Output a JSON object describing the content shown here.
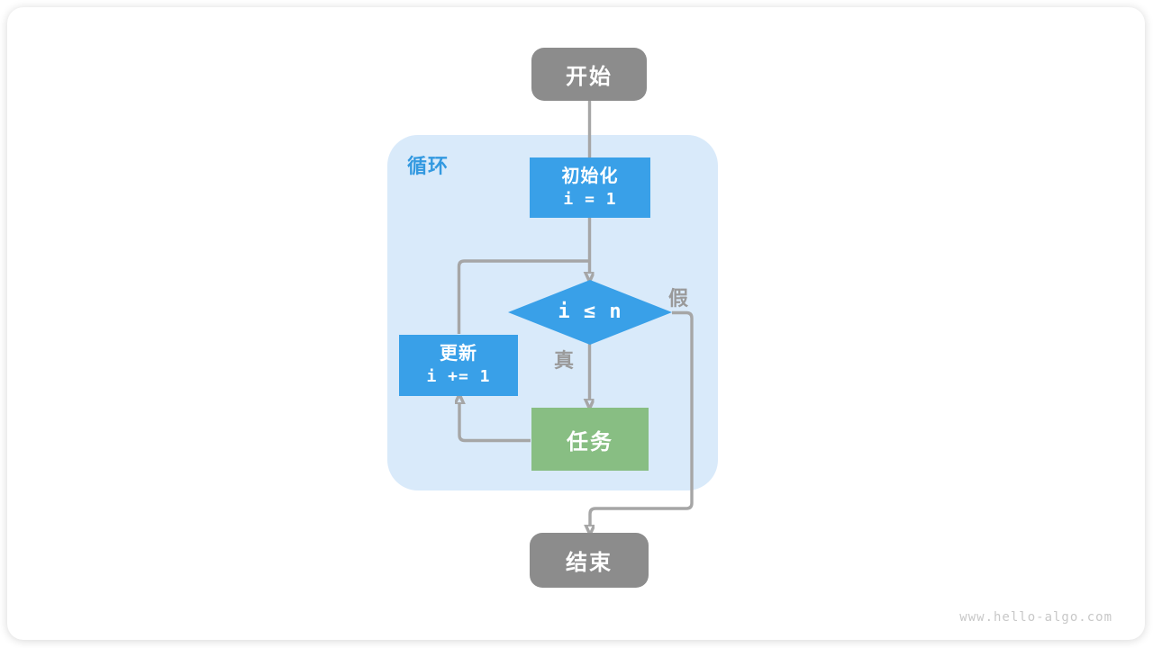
{
  "flowchart": {
    "start": "开始",
    "loop_label": "循环",
    "init_title": "初始化",
    "init_code": "i = 1",
    "condition": "i ≤ n",
    "true_label": "真",
    "false_label": "假",
    "update_title": "更新",
    "update_code": "i += 1",
    "task": "任务",
    "end": "结束",
    "watermark": "www.hello-algo.com",
    "colors": {
      "node_blue": "#39A0E8",
      "node_green": "#88BE83",
      "node_gray": "#8C8C8C",
      "loop_bg": "#D9EAFA",
      "loop_label": "#3399E0",
      "connector": "#A6A6A6",
      "branch_label": "#9A9A9A",
      "watermark": "#C8C8C8"
    }
  }
}
